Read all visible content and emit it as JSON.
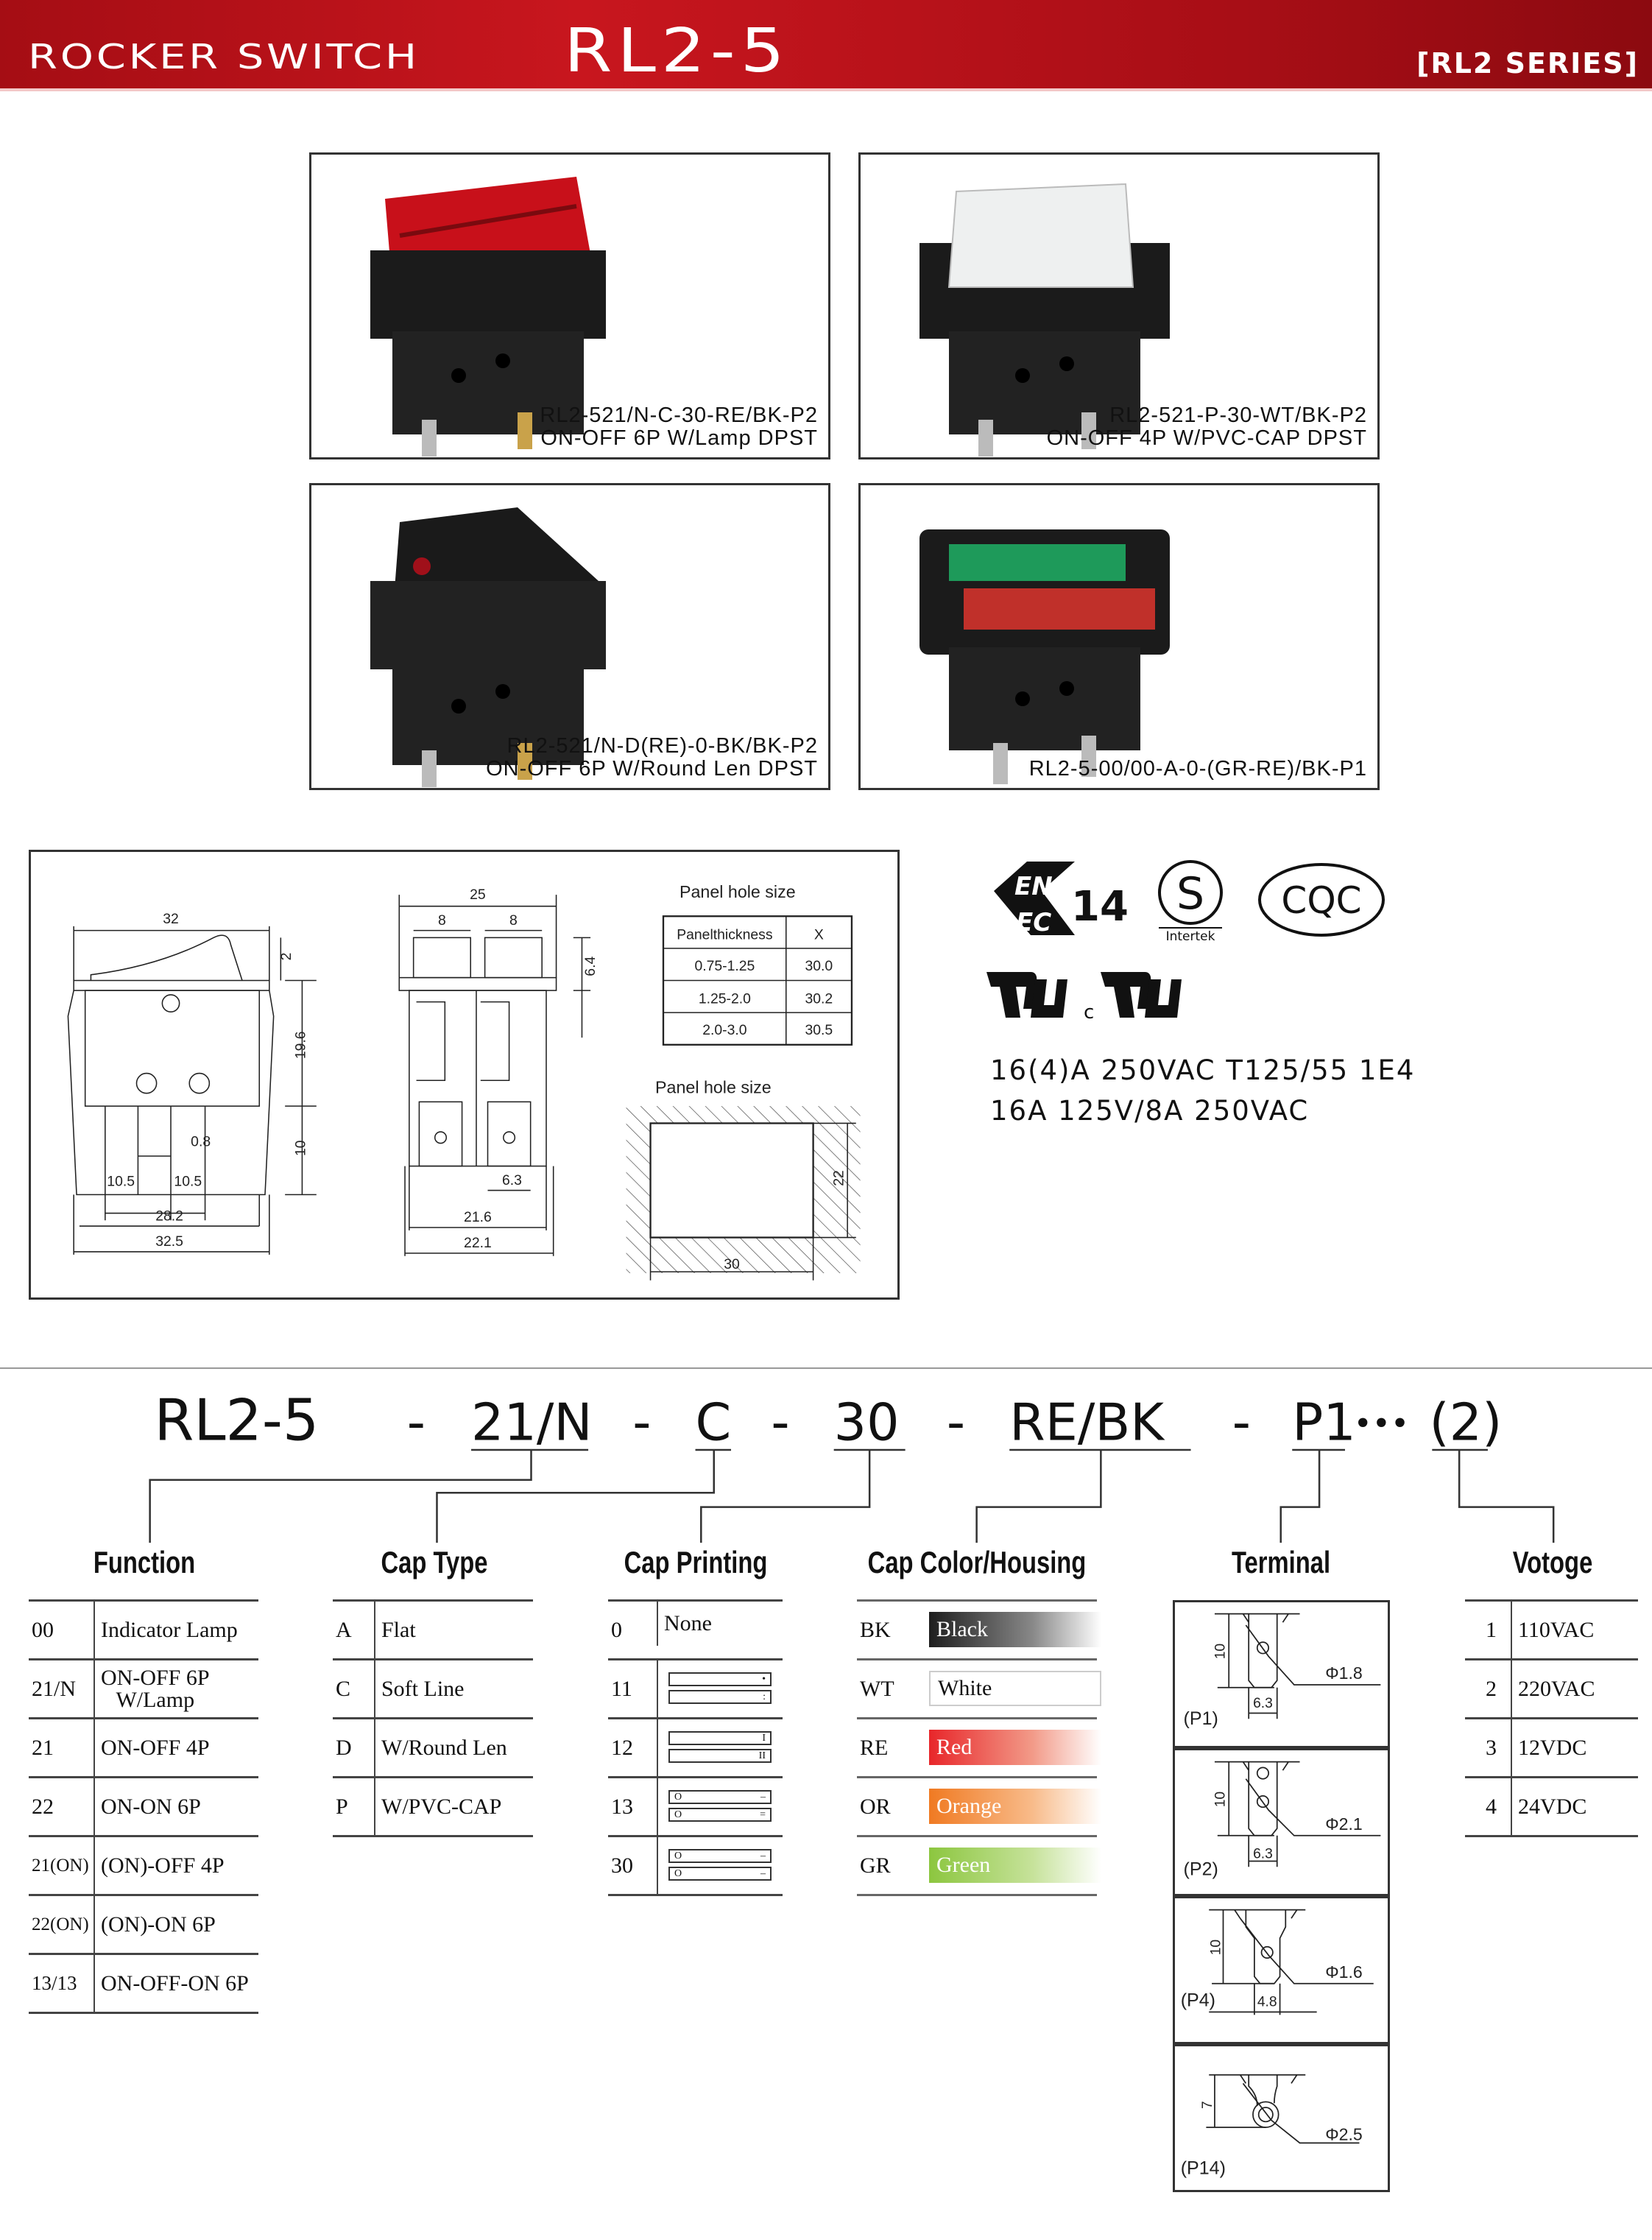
{
  "header": {
    "title_left": "ROCKER SWITCH",
    "title_model": "RL2-5",
    "series": "[RL2 SERIES]"
  },
  "products": [
    {
      "code": "RL2-521/N-C-30-RE/BK-P2",
      "desc": "ON-OFF 6P W/Lamp DPST"
    },
    {
      "code": "RL2-521-P-30-WT/BK-P2",
      "desc": "ON-OFF 4P W/PVC-CAP DPST"
    },
    {
      "code": "RL2-521/N-D(RE)-0-BK/BK-P2",
      "desc": "ON-OFF 6P W/Round Len DPST"
    },
    {
      "code": "RL2-5-00/00-A-0-(GR-RE)/BK-P1",
      "desc": ""
    }
  ],
  "drawing": {
    "side": {
      "width": "32",
      "cap": "2",
      "body": "19.6",
      "pin": "10",
      "pin_w": "0.8",
      "pitch1": "10.5",
      "pitch2": "10.5",
      "inner": "28.2",
      "outer": "32.5"
    },
    "front": {
      "width": "25",
      "cap1": "8",
      "cap2": "8",
      "cap_h": "6.4",
      "term": "6.3",
      "inner": "21.6",
      "outer": "22.1"
    },
    "panel_table": {
      "title": "Panel hole size",
      "headers": [
        "Panelthickness",
        "X"
      ],
      "rows": [
        [
          "0.75-1.25",
          "30.0"
        ],
        [
          "1.25-2.0",
          "30.2"
        ],
        [
          "2.0-3.0",
          "30.5"
        ]
      ]
    },
    "panel_hole": {
      "title": "Panel hole size",
      "height": "22",
      "width": "30"
    }
  },
  "certs": {
    "enec": "EN EC 14",
    "s_mark": "S",
    "intertek": "Intertek",
    "cqc": "CQC",
    "ul_c": "c"
  },
  "ratings": [
    "16(4)A  250VAC  T125/55  1E4",
    "16A  125V/8A  250VAC"
  ],
  "part_number": {
    "base": "RL2-5",
    "dash": "-",
    "function": "21/N",
    "cap_type": "C",
    "cap_printing": "30",
    "color": "RE/BK",
    "terminal": "P1",
    "dots": "•••",
    "voltage": "(2)"
  },
  "function": {
    "title": "Function",
    "rows": [
      [
        "00",
        "Indicator Lamp"
      ],
      [
        "21/N",
        "ON-OFF  6P\nW/Lamp"
      ],
      [
        "21",
        "ON-OFF  4P"
      ],
      [
        "22",
        "ON-ON   6P"
      ],
      [
        "21(ON)",
        "(ON)-OFF  4P"
      ],
      [
        "22(ON)",
        "(ON)-ON   6P"
      ],
      [
        "13/13",
        "ON-OFF-ON  6P"
      ]
    ]
  },
  "cap_type": {
    "title": "Cap Type",
    "rows": [
      [
        "A",
        "Flat"
      ],
      [
        "C",
        "Soft   Line"
      ],
      [
        "D",
        "W/Round   Len"
      ],
      [
        "P",
        "W/PVC-CAP"
      ]
    ]
  },
  "cap_printing": {
    "title": "Cap Printing",
    "rows": [
      {
        "code": "0",
        "text": "None"
      },
      {
        "code": "11",
        "marks": [
          [
            "",
            "•"
          ],
          [
            "",
            ":"
          ]
        ]
      },
      {
        "code": "12",
        "marks": [
          [
            "",
            "I"
          ],
          [
            "",
            "II"
          ]
        ]
      },
      {
        "code": "13",
        "marks": [
          [
            "O",
            "–"
          ],
          [
            "O",
            "="
          ]
        ]
      },
      {
        "code": "30",
        "marks": [
          [
            "O",
            "–"
          ],
          [
            "O",
            "–"
          ]
        ]
      }
    ]
  },
  "cap_color": {
    "title": "Cap Color/Housing",
    "rows": [
      {
        "code": "BK",
        "name": "Black",
        "color": "#1e1e1e"
      },
      {
        "code": "WT",
        "name": "White",
        "color": "#ffffff"
      },
      {
        "code": "RE",
        "name": "Red",
        "color": "#e8262a"
      },
      {
        "code": "OR",
        "name": "Orange",
        "color": "#f07a22"
      },
      {
        "code": "GR",
        "name": "Green",
        "color": "#8cc63f"
      }
    ]
  },
  "terminal": {
    "title": "Terminal",
    "items": [
      {
        "label": "(P1)",
        "length": "10",
        "hole": "Φ1.8",
        "width": "6.3"
      },
      {
        "label": "(P2)",
        "length": "10",
        "hole": "Φ2.1",
        "width": "6.3"
      },
      {
        "label": "(P4)",
        "length": "10",
        "hole": "Φ1.6",
        "width": "4.8"
      },
      {
        "label": "(P14)",
        "length": "7",
        "hole": "Φ2.5"
      }
    ]
  },
  "voltage": {
    "title": "Votoge",
    "rows": [
      [
        "1",
        "110VAC"
      ],
      [
        "2",
        "220VAC"
      ],
      [
        "3",
        "12VDC"
      ],
      [
        "4",
        "24VDC"
      ]
    ]
  }
}
